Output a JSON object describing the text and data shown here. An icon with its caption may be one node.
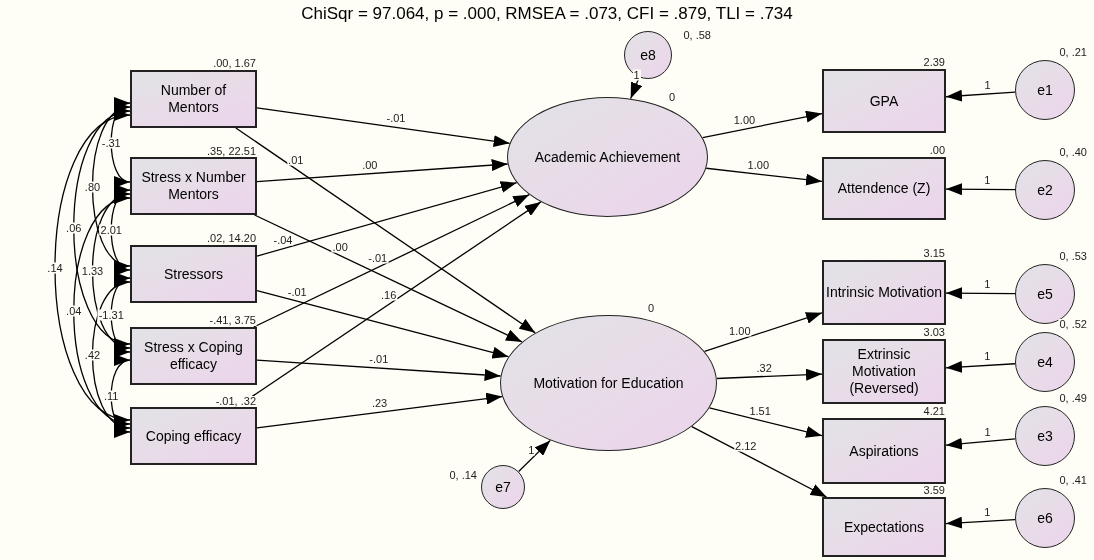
{
  "diagram": {
    "title": "ChiSqr = 97.064, p = .000, RMSEA = .073, CFI = .879, TLI = .734",
    "nodes": [
      {
        "text": [
          "Number of Mentors"
        ],
        "beside": [
          ".00, 1.67"
        ]
      },
      {
        "text": [
          "Stress x Number Mentors"
        ],
        "beside": [
          ".35, 22.51"
        ]
      },
      {
        "text": [
          "Stressors"
        ],
        "beside": [
          ".02, 14.20"
        ]
      },
      {
        "text": [
          "Stress x Coping efficacy"
        ],
        "beside": [
          "-.41, 3.75"
        ]
      },
      {
        "text": [
          "Coping efficacy"
        ],
        "beside": [
          "-.01, .32"
        ]
      },
      {
        "text": [
          "Academic Achievement"
        ],
        "beside": [
          "0"
        ]
      },
      {
        "text": [
          "Motivation for Education"
        ],
        "beside": [
          "0"
        ]
      },
      {
        "text": [
          "GPA"
        ],
        "beside": [
          "2.39"
        ]
      },
      {
        "text": [
          "Attendence (Z)"
        ],
        "beside": [
          ".00"
        ]
      },
      {
        "text": [
          "Intrinsic Motivation"
        ],
        "beside": [
          "3.15"
        ]
      },
      {
        "text": [
          "Extrinsic Motivation (Reversed)"
        ],
        "beside": [
          "3.03"
        ]
      },
      {
        "text": [
          "Aspirations"
        ],
        "beside": [
          "4.21"
        ]
      },
      {
        "text": [
          "Expectations"
        ],
        "beside": [
          "3.59"
        ]
      },
      {
        "text": [
          "e8"
        ],
        "beside": [
          "0, .58"
        ]
      },
      {
        "text": [
          "e1"
        ],
        "beside": [
          "0, .21"
        ]
      },
      {
        "text": [
          "e2"
        ],
        "beside": [
          "0, .40"
        ]
      },
      {
        "text": [
          "e5"
        ],
        "beside": [
          "0, .53"
        ]
      },
      {
        "text": [
          "e4"
        ],
        "beside": [
          "0, .52"
        ]
      },
      {
        "text": [
          "e3"
        ],
        "beside": [
          "0, .49"
        ]
      },
      {
        "text": [
          "e6"
        ],
        "beside": [
          "0, .41"
        ]
      },
      {
        "text": [
          "e7"
        ],
        "beside": [
          "0, .14"
        ]
      }
    ],
    "edges": [
      {
        "from": 0,
        "to": 5,
        "arrow": "to",
        "label": "-.01"
      },
      {
        "from": 0,
        "to": 6,
        "arrow": "to",
        "label": ".01"
      },
      {
        "from": 1,
        "to": 5,
        "arrow": "to",
        "label": ".00"
      },
      {
        "from": 1,
        "to": 6,
        "arrow": "to",
        "label": ".00"
      },
      {
        "from": 2,
        "to": 5,
        "arrow": "to",
        "label": "-.04"
      },
      {
        "from": 2,
        "to": 6,
        "arrow": "to",
        "label": "-.01"
      },
      {
        "from": 3,
        "to": 5,
        "arrow": "to",
        "label": "-.01"
      },
      {
        "from": 3,
        "to": 6,
        "arrow": "to",
        "label": "-.01"
      },
      {
        "from": 4,
        "to": 5,
        "arrow": "to",
        "label": ".16"
      },
      {
        "from": 4,
        "to": 6,
        "arrow": "to",
        "label": ".23"
      },
      {
        "from": 5,
        "to": 7,
        "arrow": "to",
        "label": "1.00"
      },
      {
        "from": 5,
        "to": 8,
        "arrow": "to",
        "label": "1.00"
      },
      {
        "from": 6,
        "to": 9,
        "arrow": "to",
        "label": "1.00"
      },
      {
        "from": 6,
        "to": 10,
        "arrow": "to",
        "label": ".32"
      },
      {
        "from": 6,
        "to": 11,
        "arrow": "to",
        "label": "1.51"
      },
      {
        "from": 6,
        "to": 12,
        "arrow": "to",
        "label": "2.12"
      },
      {
        "from": 13,
        "to": 5,
        "arrow": "to",
        "label": "1"
      },
      {
        "from": 14,
        "to": 7,
        "arrow": "to",
        "label": "1"
      },
      {
        "from": 15,
        "to": 8,
        "arrow": "to",
        "label": "1"
      },
      {
        "from": 16,
        "to": 9,
        "arrow": "to",
        "label": "1"
      },
      {
        "from": 17,
        "to": 10,
        "arrow": "to",
        "label": "1"
      },
      {
        "from": 18,
        "to": 11,
        "arrow": "to",
        "label": "1"
      },
      {
        "from": 19,
        "to": 12,
        "arrow": "to",
        "label": "1"
      },
      {
        "from": 20,
        "to": 6,
        "arrow": "to",
        "label": "1"
      },
      {
        "from": 0,
        "to": 1,
        "arrow": "both",
        "label": "-.31"
      },
      {
        "from": 0,
        "to": 2,
        "arrow": "both",
        "label": ".80"
      },
      {
        "from": 0,
        "to": 3,
        "arrow": "both",
        "label": ".06"
      },
      {
        "from": 0,
        "to": 4,
        "arrow": "both",
        "label": ".14"
      },
      {
        "from": 1,
        "to": 2,
        "arrow": "both",
        "label": "2.01"
      },
      {
        "from": 1,
        "to": 3,
        "arrow": "both",
        "label": "1.33"
      },
      {
        "from": 1,
        "to": 4,
        "arrow": "both",
        "label": ".04"
      },
      {
        "from": 2,
        "to": 3,
        "arrow": "both",
        "label": "-1.31"
      },
      {
        "from": 2,
        "to": 4,
        "arrow": "both",
        "label": ".42"
      },
      {
        "from": 3,
        "to": 4,
        "arrow": "both",
        "label": ".11"
      }
    ]
  }
}
